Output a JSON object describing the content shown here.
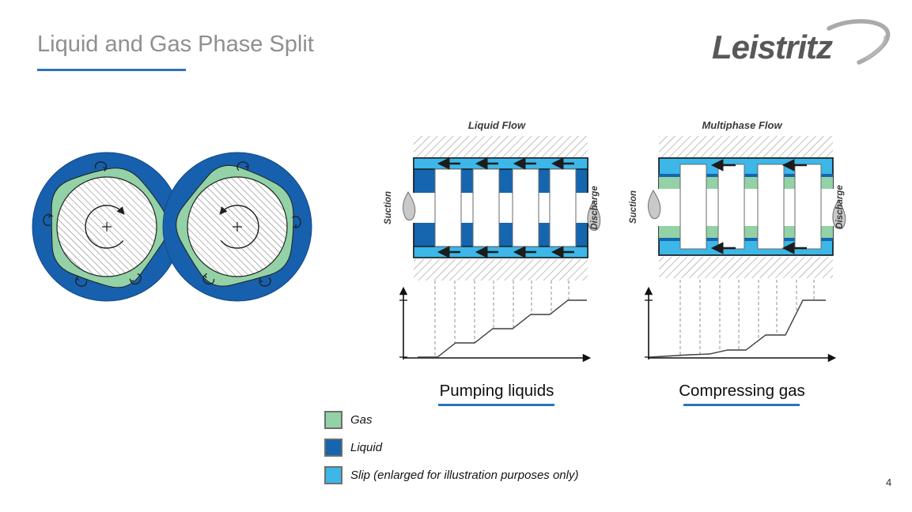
{
  "slide": {
    "title": "Liquid and Gas Phase Split",
    "logo_text": "Leistritz",
    "page_number": "4"
  },
  "figures": {
    "left_caption": "Pumping liquids",
    "right_caption": "Compressing gas",
    "left_diagram": {
      "title": "Liquid Flow",
      "left_port": "Suction",
      "right_port": "Discharge"
    },
    "right_diagram": {
      "title": "Multiphase Flow",
      "left_port": "Suction",
      "right_port": "Discharge"
    }
  },
  "legend": {
    "items": [
      {
        "label": "Gas",
        "color": "#93d1a6"
      },
      {
        "label": "Liquid",
        "color": "#1565af"
      },
      {
        "label": "Slip (enlarged for illustration purposes only)",
        "color": "#3cb7e8"
      }
    ]
  },
  "colors": {
    "accent_underline": "#2e74b5",
    "title_text": "#8e8f91",
    "gas_green": "#93d1a6",
    "liquid_blue": "#1565af",
    "slip_cyan": "#3cb7e8"
  }
}
